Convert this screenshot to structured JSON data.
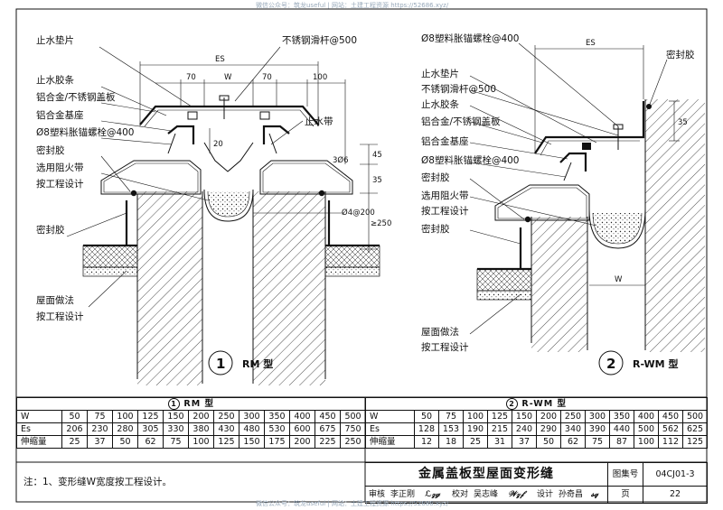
{
  "watermark": "微信公众号：筑龙useful | 网站：土建工程资源 https://52686.xyz/",
  "watermark_bottom": "微信公众号：筑龙useful | 网站：土建工程资源 https://52686.xyz/",
  "rm": {
    "labels": {
      "stop_pad": "止水垫片",
      "steel_rod": "不锈钢滑杆@500",
      "stop_strip": "止水胶条",
      "cover_plate": "铝合金/不锈钢盖板",
      "base": "铝合金基座",
      "anchor": "Ø8塑料胀锚螺栓@400",
      "sealant": "密封胶",
      "fire_belt": "选用阻火带",
      "per_design": "按工程设计",
      "waterstop": "止水带",
      "sealant2": "密封胶",
      "roof": "屋面做法",
      "roof_design": "按工程设计",
      "rod_spec": "Ø4@200"
    },
    "dims": {
      "es": "ES",
      "d70a": "70",
      "w": "W",
      "d70b": "70",
      "d100": "100",
      "d20": "20",
      "d3": "3Ø6",
      "d45": "45",
      "d35": "35",
      "d250": "≥250"
    },
    "circle_num": "1",
    "type_name": "RM 型"
  },
  "rwm": {
    "labels": {
      "anchor_top": "Ø8塑料胀锚螺栓@400",
      "stop_pad": "止水垫片",
      "steel_rod": "不锈钢滑杆@500",
      "stop_strip": "止水胶条",
      "cover_plate": "铝合金/不锈钢盖板",
      "base": "铝合金基座",
      "anchor": "Ø8塑料胀锚螺栓@400",
      "sealant": "密封胶",
      "fire_belt": "选用阻火带",
      "per_design": "按工程设计",
      "sealant2": "密封胶",
      "roof": "屋面做法",
      "roof_design": "按工程设计",
      "sealant_top": "密封胶"
    },
    "dims": {
      "es": "ES",
      "d35": "35",
      "w": "W"
    },
    "circle_num": "2",
    "type_name": "R-WM 型"
  },
  "table_rm": {
    "title_circle": "1",
    "title": "RM 型",
    "rows": [
      {
        "head": "W",
        "cells": [
          "50",
          "75",
          "100",
          "125",
          "150",
          "200",
          "250",
          "300",
          "350",
          "400",
          "450",
          "500"
        ]
      },
      {
        "head": "Es",
        "cells": [
          "206",
          "230",
          "280",
          "305",
          "330",
          "380",
          "430",
          "480",
          "530",
          "600",
          "675",
          "750"
        ]
      },
      {
        "head": "伸缩量",
        "cells": [
          "25",
          "37",
          "50",
          "62",
          "75",
          "100",
          "125",
          "150",
          "175",
          "200",
          "225",
          "250"
        ]
      }
    ]
  },
  "table_rwm": {
    "title_circle": "2",
    "title": "R-WM 型",
    "rows": [
      {
        "head": "W",
        "cells": [
          "50",
          "75",
          "100",
          "125",
          "150",
          "200",
          "250",
          "300",
          "350",
          "400",
          "450",
          "500"
        ]
      },
      {
        "head": "Es",
        "cells": [
          "128",
          "153",
          "190",
          "215",
          "240",
          "290",
          "340",
          "390",
          "440",
          "500",
          "562",
          "625"
        ]
      },
      {
        "head": "伸缩量",
        "cells": [
          "12",
          "18",
          "25",
          "31",
          "37",
          "50",
          "62",
          "75",
          "87",
          "100",
          "112",
          "125"
        ]
      }
    ]
  },
  "note": "注：1、变形缝W宽度按工程设计。",
  "title_block": {
    "title": "金属盖板型屋面变形缝",
    "atlas_label": "图集号",
    "atlas_no": "04CJ01-3",
    "review": "审核",
    "reviewer": "李正刚",
    "check": "校对",
    "checker": "吴志峰",
    "design": "设计",
    "designer": "孙奇昌",
    "page_label": "页",
    "page_no": "22"
  }
}
